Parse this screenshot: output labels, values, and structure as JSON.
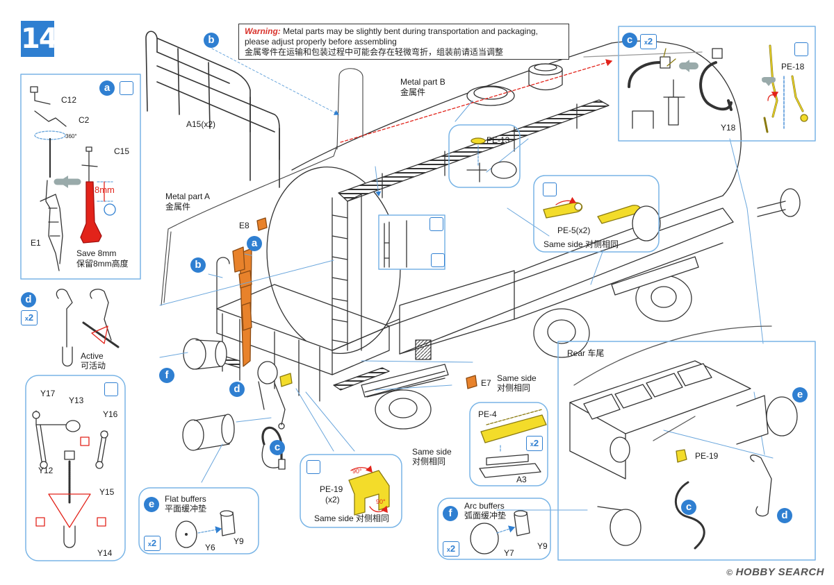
{
  "step_number": "14",
  "warning": {
    "label": "Warning:",
    "line1": "Metal parts may be slightly bent during transportation and packaging,",
    "line2": "please adjust properly before assembling",
    "line3": "金属零件在运输和包装过程中可能会存在轻微弯折，组装前请适当调整"
  },
  "labels": {
    "metal_part_b": "Metal part B",
    "metal_part_b_cn": "金属件",
    "metal_part_a": "Metal part A",
    "metal_part_a_cn": "金属件",
    "a15": "A15(x2)",
    "e8": "E8",
    "e7": "E7",
    "pe13": "PE-13",
    "pe5": "PE-5(x2)",
    "same_side_pe5": "Same side 对侧相同",
    "same_side_1": "Same side",
    "same_side_1_cn": "对侧相同",
    "same_side_2": "Same side",
    "same_side_2_cn": "对侧相同",
    "pe4": "PE-4",
    "a3": "A3",
    "pe19_box": "PE-19",
    "pe19_box_qty": "(x2)",
    "pe19_same_side": "Same side 对侧相同",
    "angle1": "90°",
    "angle2": "90°",
    "rear": "Rear 车尾",
    "pe19_rear": "PE-19",
    "c2_panel_pe18": "PE-18",
    "c2_panel_y18": "Y18"
  },
  "panel_a": {
    "c12": "C12",
    "c2": "C2",
    "c15": "C15",
    "deg": "360°",
    "size": "8mm",
    "e1": "E1",
    "save": "Save 8mm",
    "save_cn": "保留8mm高度"
  },
  "panel_d": {
    "active": "Active",
    "active_cn": "可活动",
    "mult": "2",
    "y17": "Y17",
    "y13": "Y13",
    "y16": "Y16",
    "y12": "Y12",
    "y15": "Y15",
    "y14": "Y14"
  },
  "panel_e": {
    "title": "Flat buffers",
    "title_cn": "平面缓冲垫",
    "y6": "Y6",
    "y9": "Y9",
    "mult": "2"
  },
  "panel_f": {
    "title": "Arc buffers",
    "title_cn": "弧面缓冲垫",
    "y7": "Y7",
    "y9": "Y9",
    "mult": "2"
  },
  "panel_c": {
    "mult": "2"
  },
  "pe4_mult": "2",
  "badges": {
    "a": "a",
    "b": "b",
    "c": "c",
    "d": "d",
    "e": "e",
    "f": "f"
  },
  "watermark": {
    "copyright": "©",
    "text": "HOBBY SEARCH"
  },
  "colors": {
    "accent": "#2f7fd1",
    "panel_border": "#78b4e6",
    "etched_yellow": "#f3dc2a",
    "highlight_orange": "#e8822b",
    "warning_red": "#d8312a",
    "cut_red": "#e2231a"
  }
}
